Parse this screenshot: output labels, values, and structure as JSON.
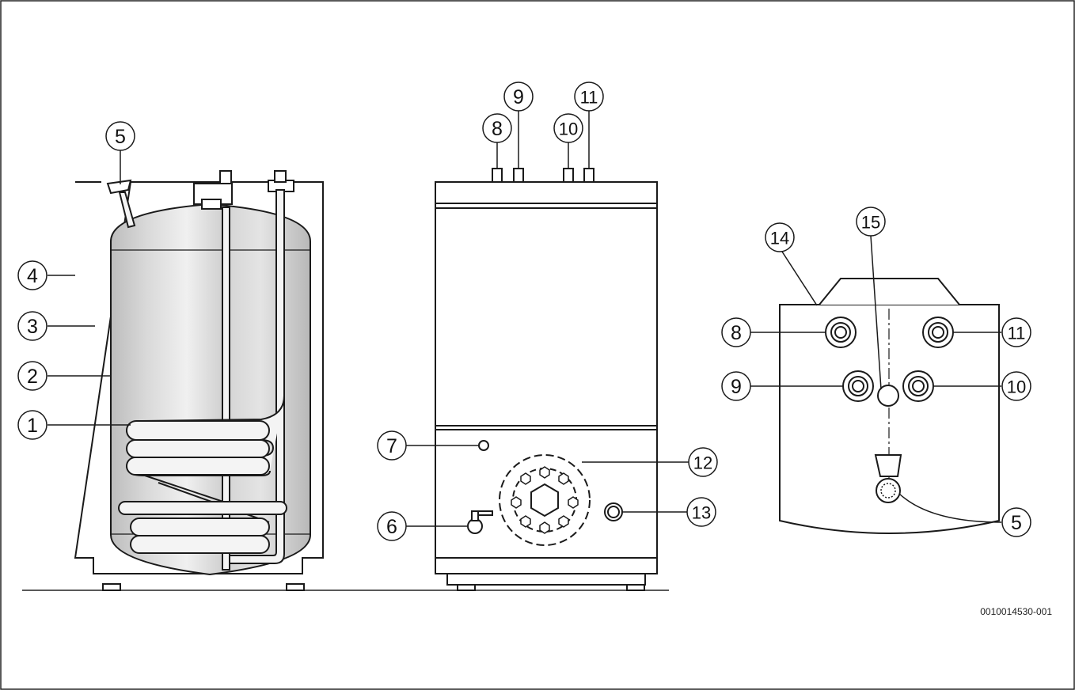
{
  "diagram": {
    "figure_code": "0010014530-001",
    "callouts": {
      "left": [
        "5",
        "4",
        "3",
        "2",
        "1"
      ],
      "middle": [
        "8",
        "9",
        "10",
        "11",
        "7",
        "12",
        "6",
        "13"
      ],
      "right": [
        "14",
        "15",
        "8",
        "11",
        "9",
        "10",
        "5"
      ]
    }
  },
  "colors": {
    "line": "#1a1a1a",
    "tank_fill": "#c9c9c9",
    "tank_highlight": "#eeeeee",
    "pipe_fill": "#f4f4f4"
  }
}
